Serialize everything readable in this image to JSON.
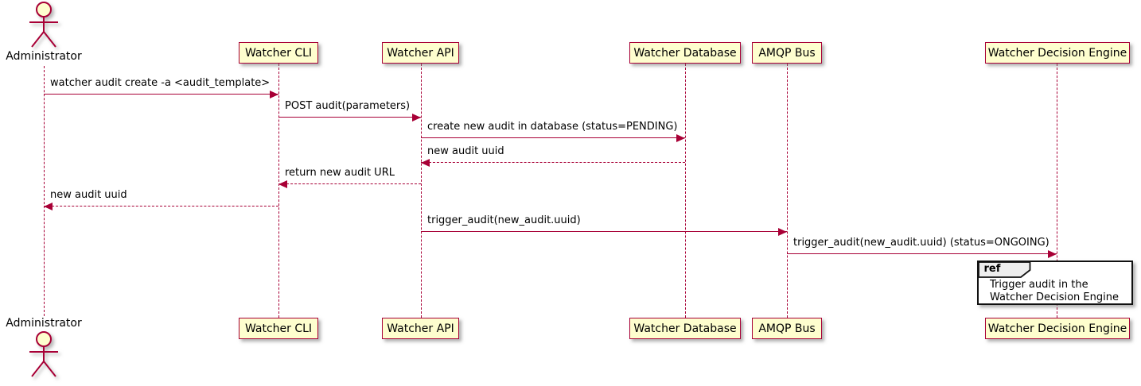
{
  "colors": {
    "line": "#A80036",
    "participant_fill": "#FEFECE",
    "text": "#000000",
    "ref_border": "#111111",
    "ref_header_fill": "#EEEEEE",
    "background": "#FFFFFF"
  },
  "actor": {
    "label": "Administrator"
  },
  "participants": [
    {
      "label": "Watcher CLI"
    },
    {
      "label": "Watcher API"
    },
    {
      "label": "Watcher Database"
    },
    {
      "label": "AMQP Bus"
    },
    {
      "label": "Watcher Decision Engine"
    }
  ],
  "messages": [
    {
      "from": "Administrator",
      "to": "Watcher CLI",
      "label": "watcher audit create -a <audit_template>",
      "line": "solid",
      "direction": "right"
    },
    {
      "from": "Watcher CLI",
      "to": "Watcher API",
      "label": "POST audit(parameters)",
      "line": "solid",
      "direction": "right"
    },
    {
      "from": "Watcher API",
      "to": "Watcher Database",
      "label": "create new audit in database (status=PENDING)",
      "line": "solid",
      "direction": "right"
    },
    {
      "from": "Watcher Database",
      "to": "Watcher API",
      "label": "new audit uuid",
      "line": "dashed",
      "direction": "left"
    },
    {
      "from": "Watcher API",
      "to": "Watcher CLI",
      "label": "return new audit URL",
      "line": "dashed",
      "direction": "left"
    },
    {
      "from": "Watcher CLI",
      "to": "Administrator",
      "label": "new audit uuid",
      "line": "dashed",
      "direction": "left"
    },
    {
      "from": "Watcher API",
      "to": "AMQP Bus",
      "label": "trigger_audit(new_audit.uuid)",
      "line": "solid",
      "direction": "right"
    },
    {
      "from": "AMQP Bus",
      "to": "Watcher Decision Engine",
      "label": "trigger_audit(new_audit.uuid) (status=ONGOING)",
      "line": "solid",
      "direction": "right"
    }
  ],
  "ref_fragment": {
    "keyword": "ref",
    "line1": "Trigger audit in the",
    "line2": "Watcher Decision Engine"
  }
}
